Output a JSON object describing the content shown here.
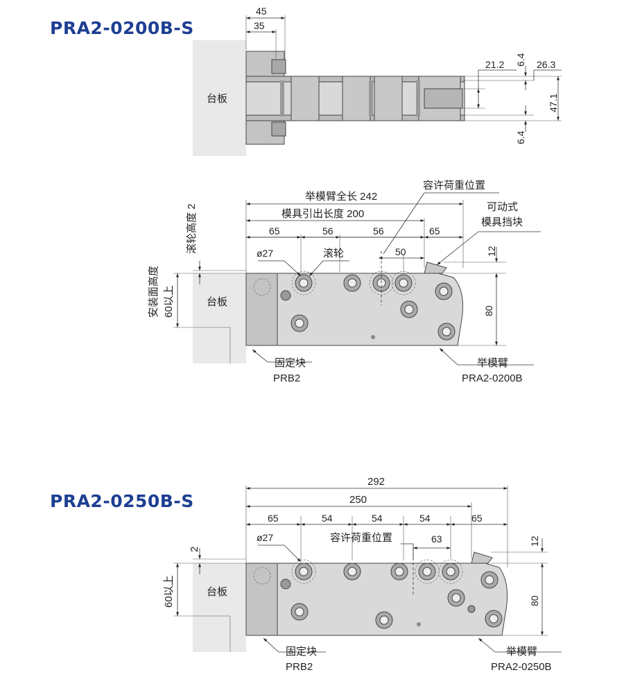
{
  "titles": {
    "top": "PRA2-0200B-S",
    "bottom": "PRA2-0250B-S"
  },
  "colors": {
    "title": "#1d3f93",
    "plate": "#e9e9e9",
    "part_light": "#d9d9d9",
    "part_mid": "#c4c4c4",
    "part_dark": "#9a9a9a"
  },
  "top_view": {
    "platen": "台板",
    "dims": {
      "w45": "45",
      "w35": "35",
      "d21_2": "21.2",
      "d6_4_top": "6.4",
      "d26_3": "26.3",
      "d47_1": "47.1",
      "d6_4_bottom": "6.4"
    }
  },
  "side_200": {
    "platen": "台板",
    "total_length": "举模臂全长 242",
    "extend_length": "模具引出长度 200",
    "pitch": [
      "65",
      "56",
      "56",
      "65"
    ],
    "load_position": "容许荷重位置",
    "movable_stopper_1": "可动式",
    "movable_stopper_2": "模具挡块",
    "roller_height": "滚轮高度 2",
    "install_height_1": "安装面高度",
    "install_height_2": "60以上",
    "diameter": "ø27",
    "roller": "滚轮",
    "d50": "50",
    "d12": "12",
    "d80": "80",
    "fixed_block": "固定块",
    "fixed_block_model": "PRB2",
    "arm": "举模臂",
    "arm_model": "PRA2-0200B"
  },
  "side_250": {
    "platen": "台板",
    "total": "292",
    "extend": "250",
    "pitch": [
      "65",
      "54",
      "54",
      "54",
      "65"
    ],
    "diameter": "ø27",
    "load_position": "容许荷重位置",
    "d63": "63",
    "d2": "2",
    "install_height": "60以上",
    "d12": "12",
    "d80": "80",
    "fixed_block": "固定块",
    "fixed_block_model": "PRB2",
    "arm": "举模臂",
    "arm_model": "PRA2-0250B"
  }
}
